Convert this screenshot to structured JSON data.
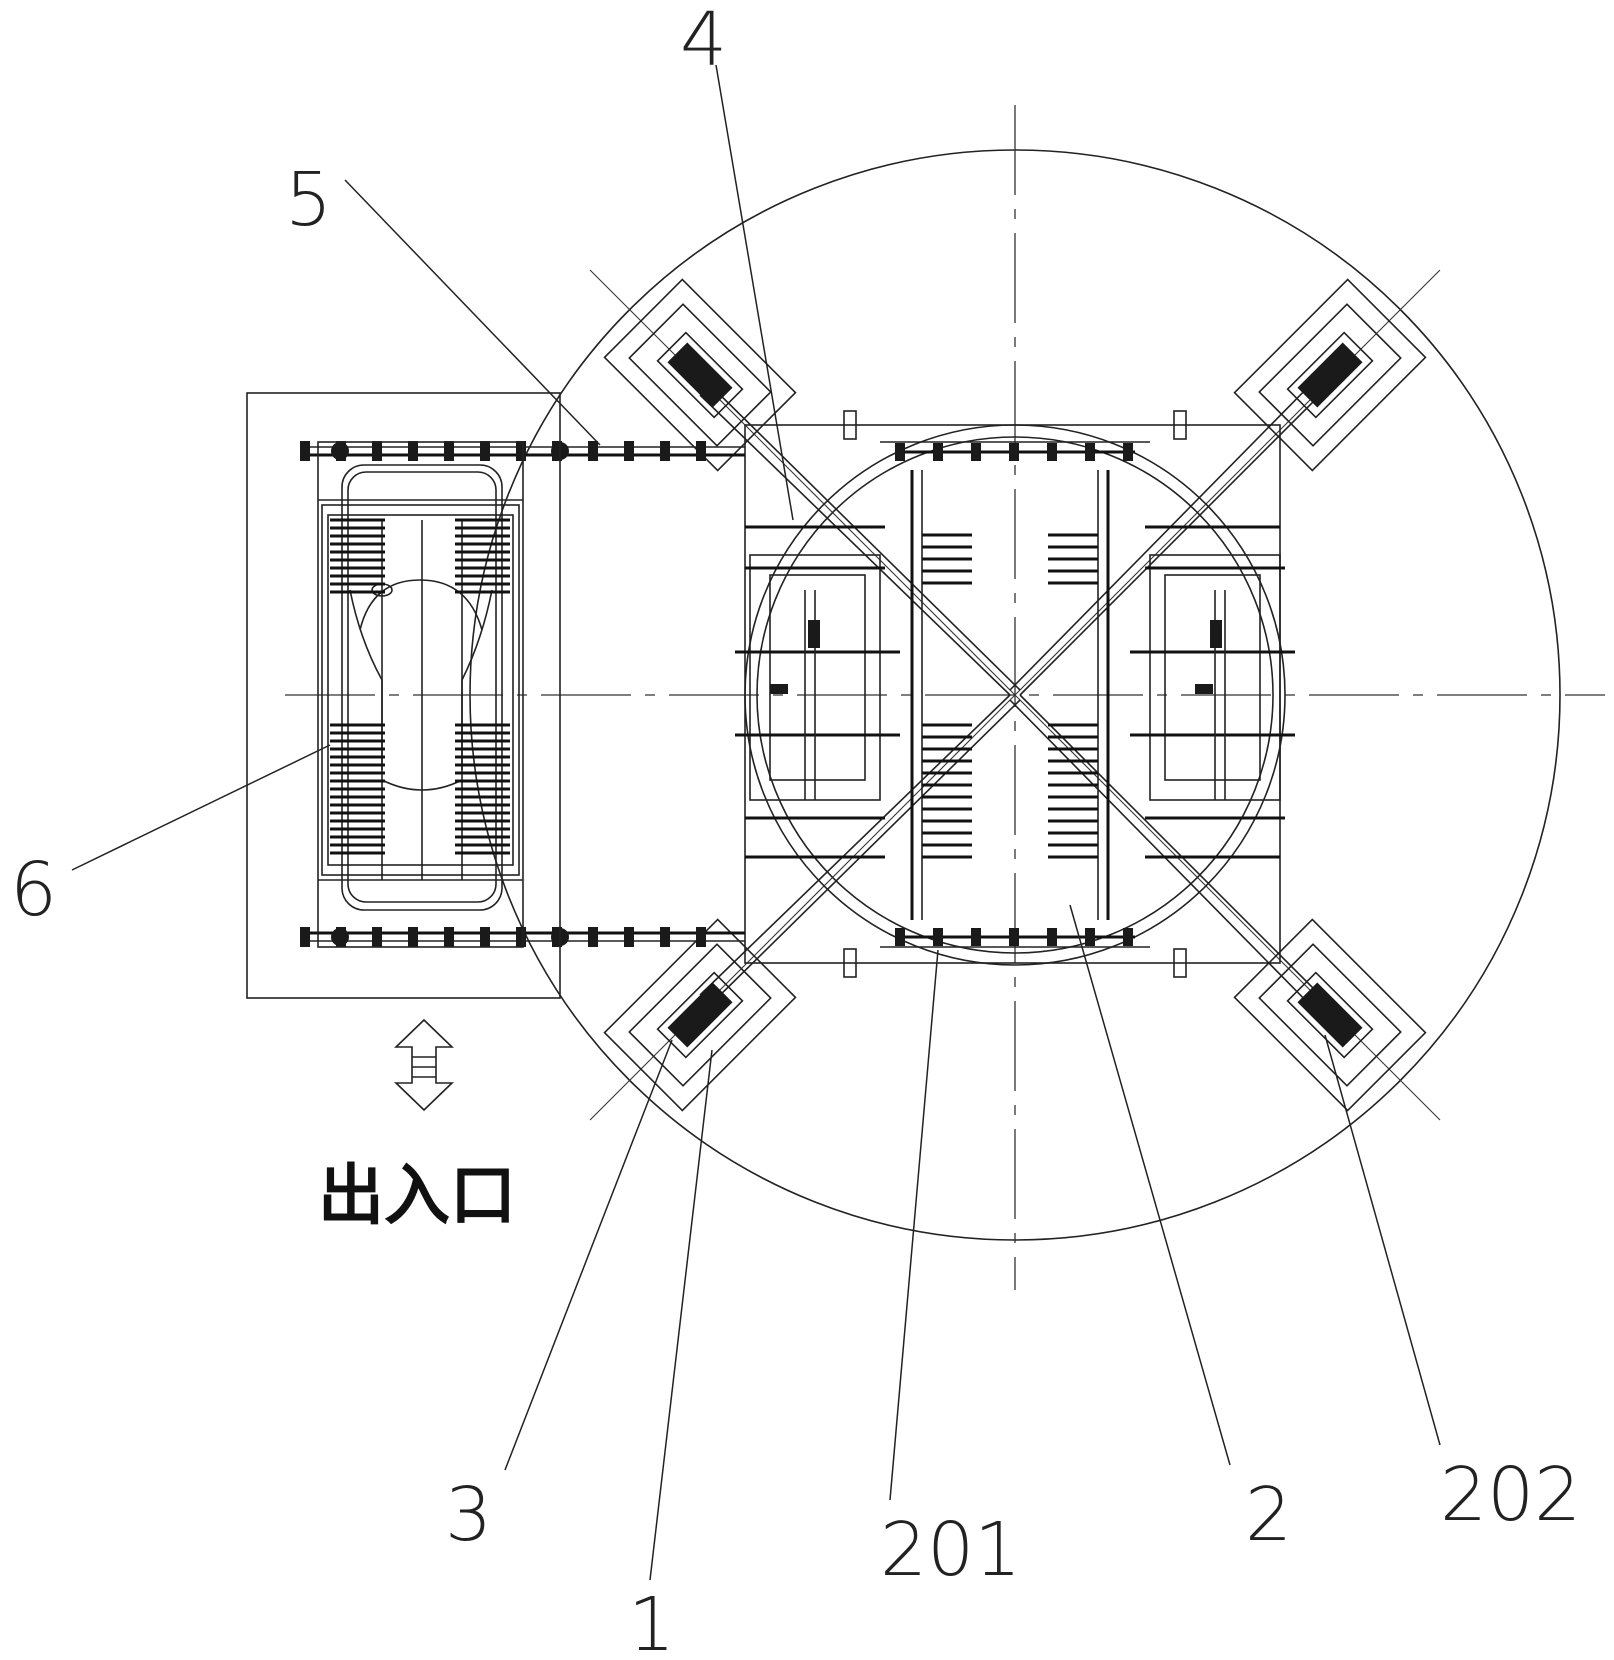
{
  "part_labels": {
    "p1": "1",
    "p2": "2",
    "p3": "3",
    "p4": "4",
    "p5": "5",
    "p6": "6",
    "p201": "201",
    "p202": "202"
  },
  "entrance_label": "出入口",
  "icons": {
    "entrance_arrow": "double-headed-vertical-arrow-icon"
  },
  "colors": {
    "line": "#222222",
    "background": "#ffffff"
  }
}
